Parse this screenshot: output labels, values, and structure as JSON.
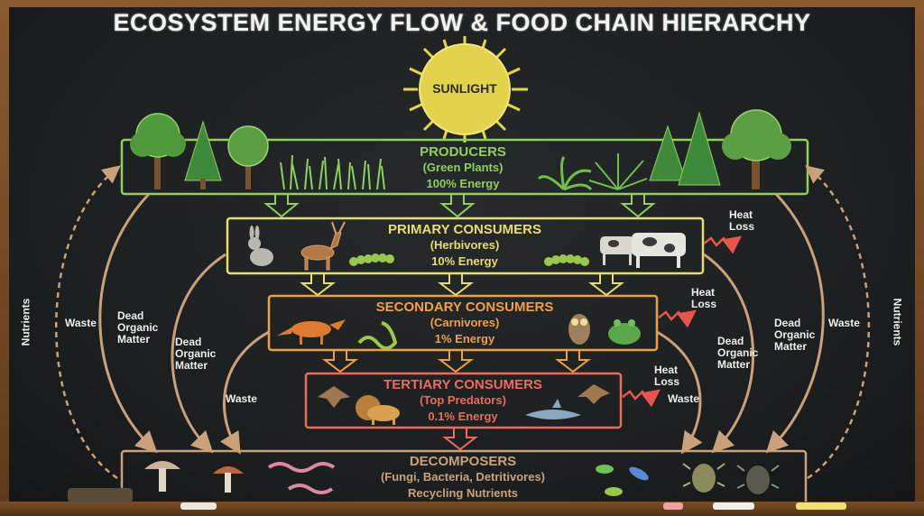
{
  "title": "ECOSYSTEM ENERGY FLOW & FOOD CHAIN HIERARCHY",
  "sun": "SUNLIGHT",
  "producers": {
    "name": "PRODUCERS",
    "sub": "(Green Plants)",
    "energy": "100% Energy"
  },
  "primary": {
    "name": "PRIMARY CONSUMERS",
    "sub": "(Herbivores)",
    "energy": "10% Energy"
  },
  "secondary": {
    "name": "SECONDARY CONSUMERS",
    "sub": "(Carnivores)",
    "energy": "1% Energy"
  },
  "tertiary": {
    "name": "TERTIARY CONSUMERS",
    "sub": "(Top Predators)",
    "energy": "0.1% Energy"
  },
  "decomposers": {
    "name": "DECOMPOSERS",
    "sub": "(Fungi, Bacteria, Detritivores)",
    "energy": "Recycling Nutrients"
  },
  "labels": {
    "nutrients": "Nutrients",
    "waste": "Waste",
    "dead_organic_matter": "Dead Organic Matter",
    "heat_loss": "Heat Loss"
  },
  "colors": {
    "producers": "#8fd15a",
    "primary": "#e8de6a",
    "secondary": "#f0a040",
    "tertiary": "#ee6a5a",
    "decomposers": "#c9a27a",
    "arrows": "#c9a27a",
    "heat": "#e8554a"
  }
}
